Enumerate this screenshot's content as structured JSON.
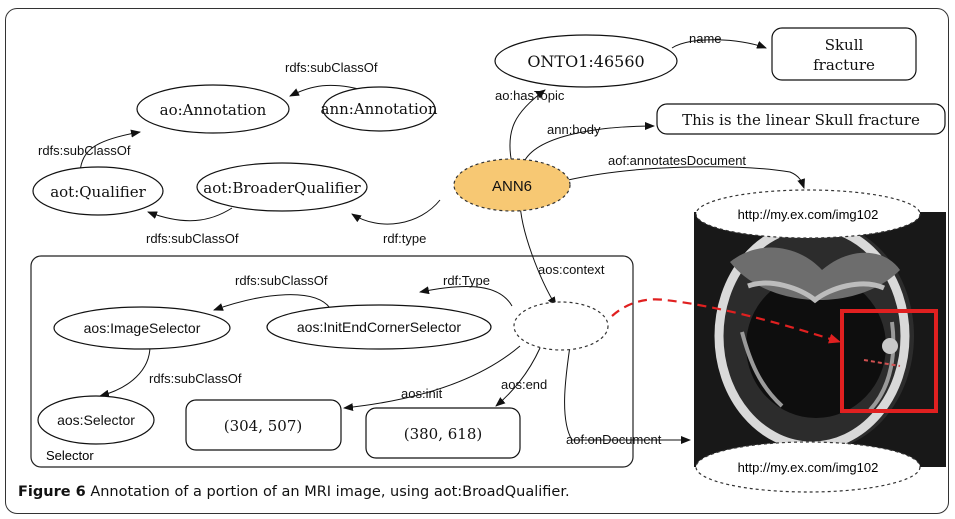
{
  "figure": {
    "caption_label": "Figure 6",
    "caption_text": "Annotation of a portion of an MRI image, using aot:BroadQualifier."
  },
  "nodes": {
    "ann6": "ANN6",
    "onto_topic": "ONTO1:46560",
    "skull_name_line1": "Skull",
    "skull_name_line2": "fracture",
    "body_text": "This is the linear Skull fracture",
    "ao_annotation": "ao:Annotation",
    "ann_annotation": "ann:Annotation",
    "aot_qualifier": "aot:Qualifier",
    "aot_broader_qualifier": "aot:BroaderQualifier",
    "image_selector": "aos:ImageSelector",
    "init_end_corner_selector": "aos:InitEndCornerSelector",
    "selector": "aos:Selector",
    "init_coords": "(304, 507)",
    "end_coords": "(380, 618)",
    "doc_url_top": "http://my.ex.com/img102",
    "doc_url_bottom": "http://my.ex.com/img102",
    "selector_group_label": "Selector"
  },
  "edges": {
    "subclassof_top": "rdfs:subClassOf",
    "subclassof_left": "rdfs:subClassOf",
    "subclassof_broader": "rdfs:subClassOf",
    "rdf_type": "rdf:type",
    "has_topic": "ao:hasTopic",
    "name": "name",
    "body": "ann:body",
    "annotates_document": "aof:annotatesDocument",
    "context": "aos:context",
    "subclassof_image_selector": "rdfs:subClassOf",
    "subclassof_selector": "rdfs:subClassOf",
    "rdf_type_capital": "rdf:Type",
    "init": "aos:init",
    "end": "aos:end",
    "on_document": "aof:onDocument"
  },
  "colors": {
    "ann6_fill": "#f7c873",
    "highlight_box": "#e02020",
    "arrow_dashed": "#e02020"
  }
}
